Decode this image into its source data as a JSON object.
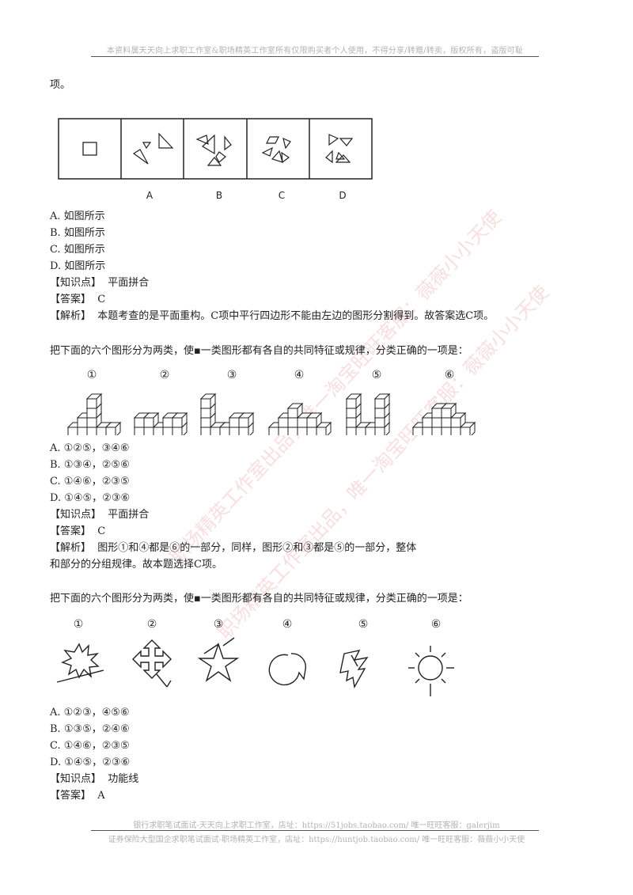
{
  "header": {
    "text": "本资料属天天向上求职工作室&职场精英工作室所有仅限购买者个人使用，不得分享/转赠/转卖，版权所有，盗版可耻"
  },
  "q1": {
    "tail": "项。",
    "fig_labels": [
      "A",
      "B",
      "C",
      "D"
    ],
    "options": [
      "A. 如图所示",
      "B. 如图所示",
      "C. 如图所示",
      "D. 如图所示"
    ],
    "knowledge_tag": "【知识点】",
    "knowledge": "平面拼合",
    "answer_tag": "【答案】",
    "answer": "C",
    "analysis_tag": "【解析】",
    "analysis": "本题考查的是平面重构。C项中平行四边形不能由左边的图形分割得到。故答案选C项。"
  },
  "q2": {
    "question": "把下面的六个图形分为两类，使▪一类图形都有各自的共同特征或规律，分类正确的一项是：",
    "fig_numbers": [
      "①",
      "②",
      "③",
      "④",
      "⑤",
      "⑥"
    ],
    "options": [
      "A. ①②⑤，③④⑥",
      "B. ①③④，②⑤⑥",
      "C. ①④⑥，②③⑤",
      "D. ①④⑤，②③⑥"
    ],
    "knowledge_tag": "【知识点】",
    "knowledge": "平面拼合",
    "answer_tag": "【答案】",
    "answer": "C",
    "analysis_tag": "【解析】",
    "analysis_1": "图形①和④都是⑥的一部分，同样，图形②和③都是⑤的一部分，整体",
    "analysis_2": "和部分的分组规律。故本题选择C项。"
  },
  "q3": {
    "question": "把下面的六个图形分为两类，使▪一类图形都有各自的共同特征或规律，分类正确的一项是：",
    "fig_numbers": [
      "①",
      "②",
      "③",
      "④",
      "⑤",
      "⑥"
    ],
    "options": [
      "A. ①②③，④⑤⑥",
      "B. ①③⑤，②④⑥",
      "C. ①④⑥，②③⑤",
      "D. ①④⑤，②③⑥"
    ],
    "knowledge_tag": "【知识点】",
    "knowledge": "功能线",
    "answer_tag": "【答案】",
    "answer": "A"
  },
  "watermark": {
    "line1": "职场精英工作室出品，唯一淘宝旺旺客服：薇薇小小天使",
    "line2": "职场精英工作室出品，唯一淘宝旺旺客服：薇薇小小天使"
  },
  "footer": {
    "line1": "银行求职笔试面试-天天向上求职工作室，店址：https://51jobs.taobao.com/ 唯一旺旺客服：galerjim",
    "line2": "证券保险大型国企求职笔试面试-职场精英工作室，店址：https://huntjob.taobao.com/ 唯一旺旺客服：薇薇小小天使"
  }
}
